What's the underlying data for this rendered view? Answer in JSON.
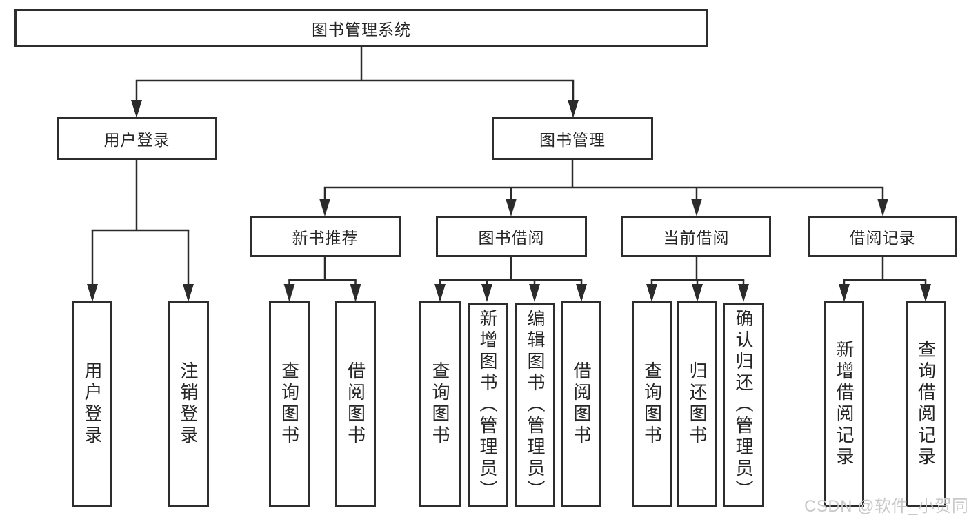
{
  "diagram": {
    "root": "图书管理系统",
    "branches": [
      {
        "label": "用户登录",
        "children": [
          "用户登录",
          "注销登录"
        ]
      },
      {
        "label": "图书管理",
        "sections": [
          {
            "label": "新书推荐",
            "children": [
              "查询图书",
              "借阅图书"
            ]
          },
          {
            "label": "图书借阅",
            "children": [
              "查询图书",
              "新增图书（管理员）",
              "编辑图书（管理员）",
              "借阅图书"
            ]
          },
          {
            "label": "当前借阅",
            "children": [
              "查询图书",
              "归还图书",
              "确认归还（管理员）"
            ]
          },
          {
            "label": "借阅记录",
            "children": [
              "新增借阅记录",
              "查询借阅记录"
            ]
          }
        ]
      }
    ],
    "watermark": "CSDN @软件_小贺同学",
    "colors": {
      "line": "#2b2b2b",
      "border": "#2d2d2d",
      "text": "#252525",
      "watermark": "#c9c9c9"
    }
  }
}
